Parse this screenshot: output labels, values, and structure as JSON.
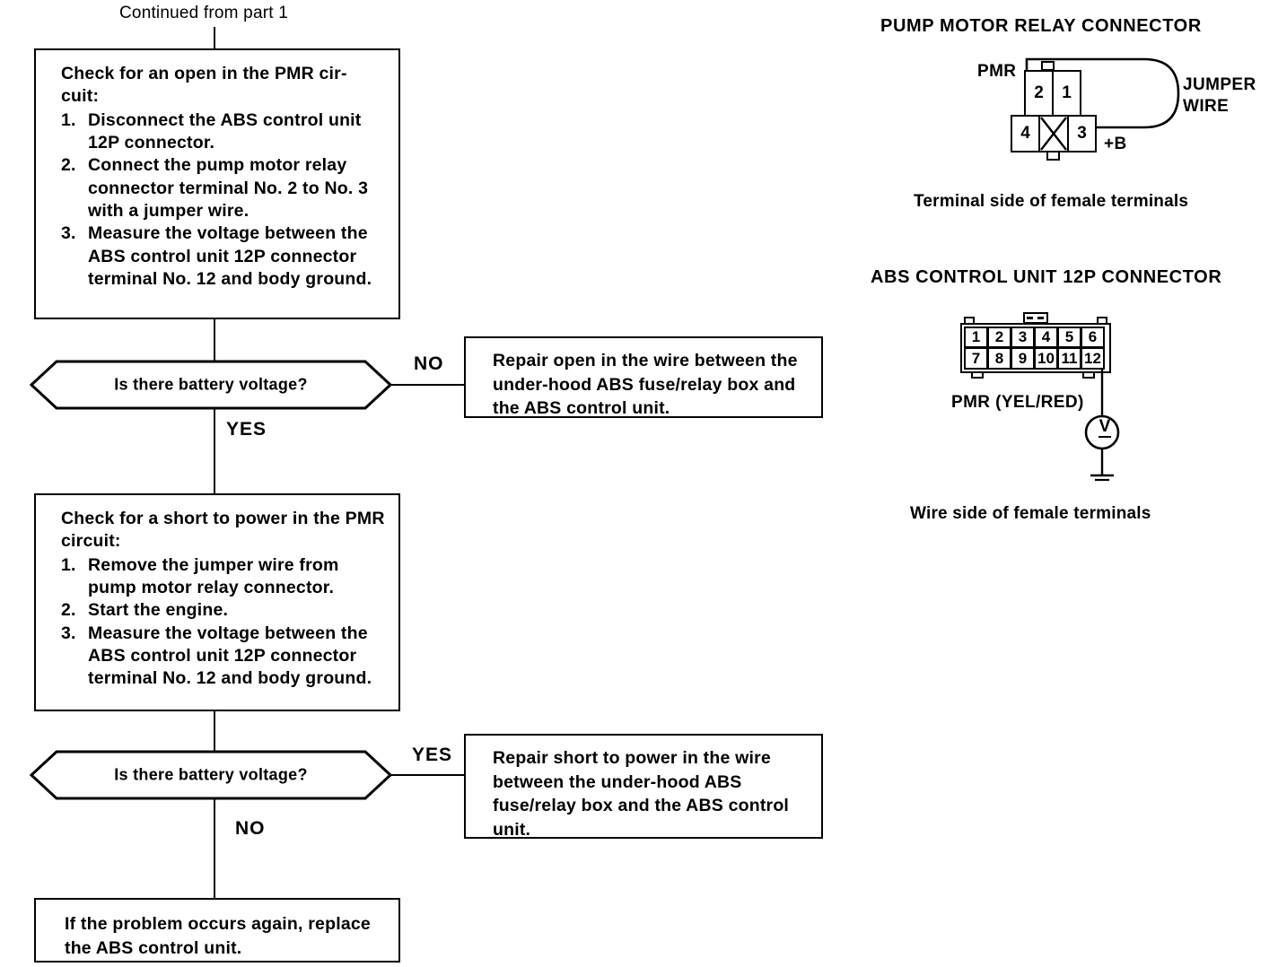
{
  "page": {
    "continued_note": "Continued from part 1"
  },
  "flow": {
    "step1": {
      "heading": "Check for an open in the PMR cir-\ncuit:",
      "items": [
        {
          "num": "1.",
          "text": "Disconnect the ABS control unit 12P connector."
        },
        {
          "num": "2.",
          "text": "Connect the pump motor relay connector terminal No. 2 to No. 3 with a jumper wire."
        },
        {
          "num": "3.",
          "text": "Measure the voltage between the ABS control unit 12P connector terminal No. 12 and body ground."
        }
      ]
    },
    "decision1": {
      "question": "Is there battery voltage?",
      "branch_side": "NO",
      "branch_down": "YES"
    },
    "repair1": "Repair open in the wire between the under-hood ABS fuse/relay box and the ABS control unit.",
    "step2": {
      "heading": "Check for a short to power in the\nPMR circuit:",
      "items": [
        {
          "num": "1.",
          "text": "Remove the jumper wire from pump motor relay connector."
        },
        {
          "num": "2.",
          "text": "Start the engine."
        },
        {
          "num": "3.",
          "text": "Measure the voltage between the ABS control unit 12P connector terminal No. 12 and body ground."
        }
      ]
    },
    "decision2": {
      "question": "Is there battery voltage?",
      "branch_side": "YES",
      "branch_down": "NO"
    },
    "repair2": "Repair short to power in the wire between the under-hood ABS fuse/relay box and the ABS control unit.",
    "end": "If the problem occurs again, replace the ABS control unit."
  },
  "relay_connector": {
    "title": "PUMP MOTOR RELAY CONNECTOR",
    "pmr_label": "PMR",
    "jumper_label_line1": "JUMPER",
    "jumper_label_line2": "WIRE",
    "plus_b_label": "+B",
    "top_cells": [
      "2",
      "1"
    ],
    "bottom_cells": [
      "4",
      "",
      "3"
    ],
    "caption": "Terminal side of female terminals"
  },
  "abs_connector": {
    "title": "ABS CONTROL UNIT 12P CONNECTOR",
    "row_top": [
      "1",
      "2",
      "3",
      "4",
      "5",
      "6"
    ],
    "row_bottom": [
      "7",
      "8",
      "9",
      "10",
      "11",
      "12"
    ],
    "pin_label": "PMR (YEL/RED)",
    "meter_symbol": "V",
    "caption": "Wire side of female terminals"
  },
  "colors": {
    "ink": "#000000",
    "paper": "#ffffff"
  }
}
